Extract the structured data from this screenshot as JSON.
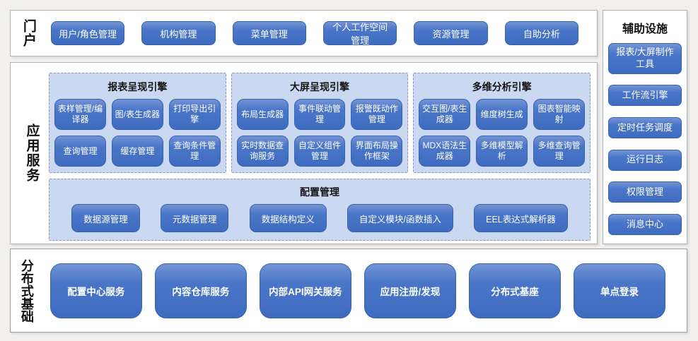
{
  "colors": {
    "page_bg": "#f1f0ee",
    "section_bg": "#ffffff",
    "section_border": "#b3b3b3",
    "node_blue": "#4472c4",
    "node_border": "#3a63ae",
    "node_text": "#ffffff",
    "engine_panel_fill": "#cad8f2",
    "engine_panel_dash_border": "#8b99b3",
    "heading_text": "#141414"
  },
  "portal": {
    "label": "门户",
    "items": [
      "用户/角色管理",
      "机构管理",
      "菜单管理",
      "个人工作空间管理",
      "资源管理",
      "自助分析"
    ]
  },
  "app_services": {
    "label": "应用服务",
    "engines": [
      {
        "title": "报表呈现引擎",
        "items": [
          "表样管理/编译器",
          "图/表生成器",
          "打印导出引擎",
          "查询管理",
          "缓存管理",
          "查询条件管理"
        ]
      },
      {
        "title": "大屏呈现引擎",
        "items": [
          "布局生成器",
          "事件联动管理",
          "报警既动作管理",
          "实时数据查询服务",
          "自定义组件管理",
          "界面布局操作框架"
        ]
      },
      {
        "title": "多维分析引擎",
        "items": [
          "交互图/表生成器",
          "维度树生成",
          "图表智能映射",
          "MDX语法生成器",
          "多维模型解析",
          "多维查询管理"
        ]
      }
    ],
    "config": {
      "title": "配置管理",
      "items": [
        "数据源管理",
        "元数据管理",
        "数据结构定义",
        "自定义模块/函数插入",
        "EEL表达式解析器"
      ]
    }
  },
  "auxiliary": {
    "title": "辅助设施",
    "items": [
      "报表/大屏制作工具",
      "工作流引擎",
      "定时任务调度",
      "运行日志",
      "权限管理",
      "消息中心"
    ]
  },
  "foundation": {
    "label": "分布式基础",
    "items": [
      "配置中心服务",
      "内容仓库服务",
      "内部API网关服务",
      "应用注册/发现",
      "分布式基座",
      "单点登录"
    ]
  }
}
